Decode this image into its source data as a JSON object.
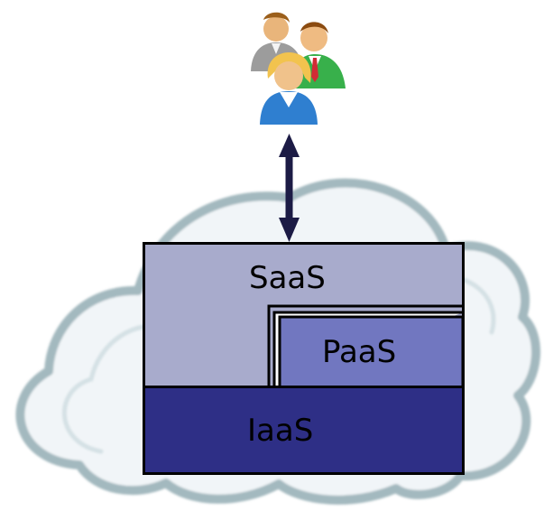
{
  "diagram": {
    "title": "",
    "layers": [
      {
        "id": "saas",
        "label": "SaaS",
        "color": "#a8abcc"
      },
      {
        "id": "paas",
        "label": "PaaS",
        "color": "#7177c0"
      },
      {
        "id": "iaas",
        "label": "IaaS",
        "color": "#2e2f86"
      }
    ],
    "connector": {
      "direction": "bidirectional",
      "color": "#1c1b45"
    },
    "users_icon": "three-users-icon",
    "background_icon": "cloud-icon"
  }
}
